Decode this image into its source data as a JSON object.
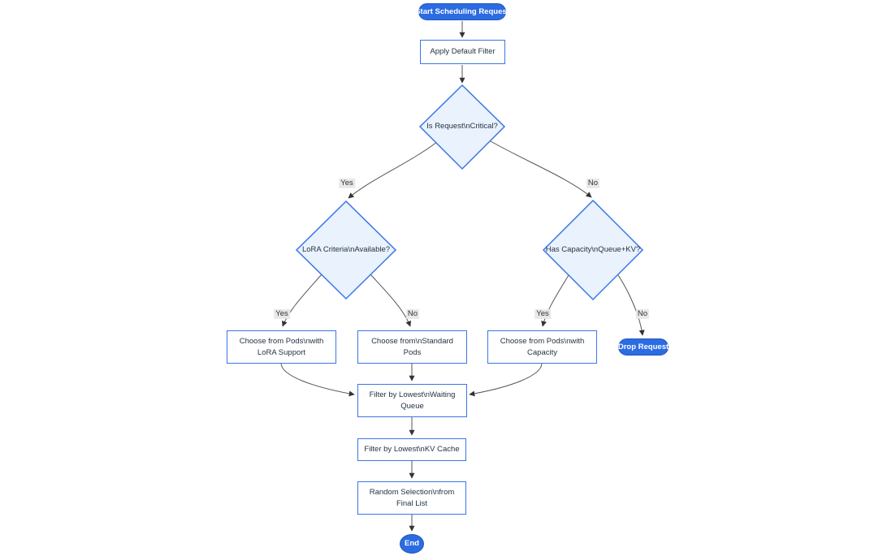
{
  "diagram": {
    "type": "flowchart",
    "direction": "top-down",
    "colors": {
      "accent_fill": "#2b6ce2",
      "node_border": "#3b76e8",
      "diamond_fill": "#e9f2fd",
      "rect_fill": "#ffffff",
      "edge_stroke": "#555555",
      "arrowhead": "#333333",
      "node_text": "#253344",
      "accent_text": "#ffffff",
      "edge_label_bg": "#e8e8e8"
    },
    "nodes": {
      "start": {
        "label": "Start Scheduling Request",
        "shape": "stadium"
      },
      "apply_filter": {
        "label": "Apply Default Filter",
        "shape": "rect"
      },
      "is_critical": {
        "label": "Is Request\\nCritical?",
        "shape": "diamond"
      },
      "lora_criteria": {
        "label": "LoRA Criteria\\nAvailable?",
        "shape": "diamond"
      },
      "has_capacity": {
        "label": "Has Capacity\\nQueue+KV?",
        "shape": "diamond"
      },
      "choose_lora": {
        "label": "Choose from Pods\\nwith LoRA Support",
        "shape": "rect"
      },
      "choose_standard": {
        "label": "Choose from\\nStandard Pods",
        "shape": "rect"
      },
      "choose_capacity": {
        "label": "Choose from Pods\\nwith Capacity",
        "shape": "rect"
      },
      "drop_request": {
        "label": "Drop Request",
        "shape": "stadium"
      },
      "filter_queue": {
        "label": "Filter by Lowest\\nWaiting Queue",
        "shape": "rect"
      },
      "filter_kv": {
        "label": "Filter by Lowest\\nKV Cache",
        "shape": "rect"
      },
      "random_selection": {
        "label": "Random Selection\\nfrom Final List",
        "shape": "rect"
      },
      "end": {
        "label": "End",
        "shape": "circle"
      }
    },
    "edges": [
      {
        "from": "start",
        "to": "apply_filter",
        "label": ""
      },
      {
        "from": "apply_filter",
        "to": "is_critical",
        "label": ""
      },
      {
        "from": "is_critical",
        "to": "lora_criteria",
        "label": "Yes"
      },
      {
        "from": "is_critical",
        "to": "has_capacity",
        "label": "No"
      },
      {
        "from": "lora_criteria",
        "to": "choose_lora",
        "label": "Yes"
      },
      {
        "from": "lora_criteria",
        "to": "choose_standard",
        "label": "No"
      },
      {
        "from": "has_capacity",
        "to": "choose_capacity",
        "label": "Yes"
      },
      {
        "from": "has_capacity",
        "to": "drop_request",
        "label": "No"
      },
      {
        "from": "choose_lora",
        "to": "filter_queue",
        "label": ""
      },
      {
        "from": "choose_standard",
        "to": "filter_queue",
        "label": ""
      },
      {
        "from": "choose_capacity",
        "to": "filter_queue",
        "label": ""
      },
      {
        "from": "filter_queue",
        "to": "filter_kv",
        "label": ""
      },
      {
        "from": "filter_kv",
        "to": "random_selection",
        "label": ""
      },
      {
        "from": "random_selection",
        "to": "end",
        "label": ""
      }
    ]
  }
}
